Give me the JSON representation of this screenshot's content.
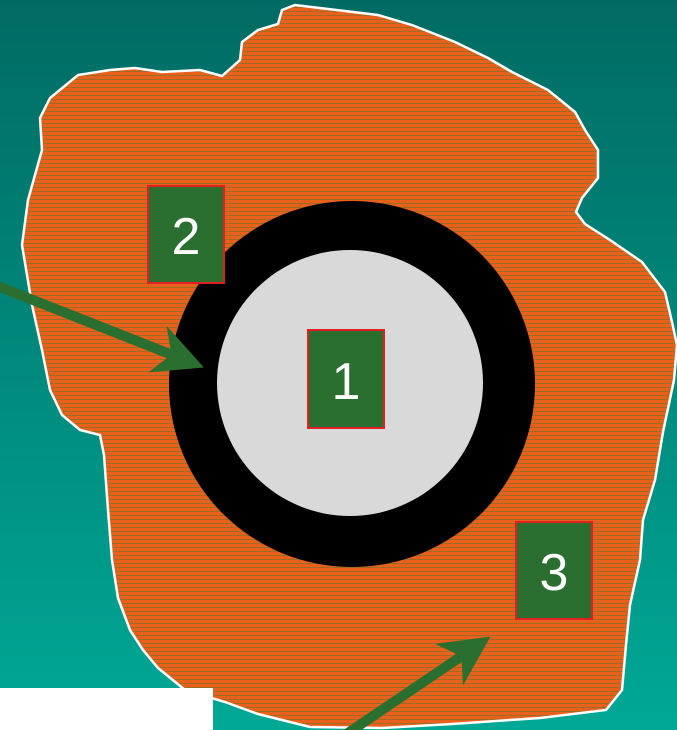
{
  "colors": {
    "background_top": "#006b63",
    "background_bottom": "#00a896",
    "region_fill": "#e8601c",
    "region_stripe": "#5a7a2a",
    "region_outline": "#ffffff",
    "ring": "#000000",
    "core": "#d9d9d9",
    "label_box": "#2a6e30",
    "label_border": "#e02020",
    "label_text": "#ffffff",
    "arrow": "#2a6e30",
    "white_panel": "#ffffff"
  },
  "labels": {
    "one": "1",
    "two": "2",
    "three": "3"
  }
}
